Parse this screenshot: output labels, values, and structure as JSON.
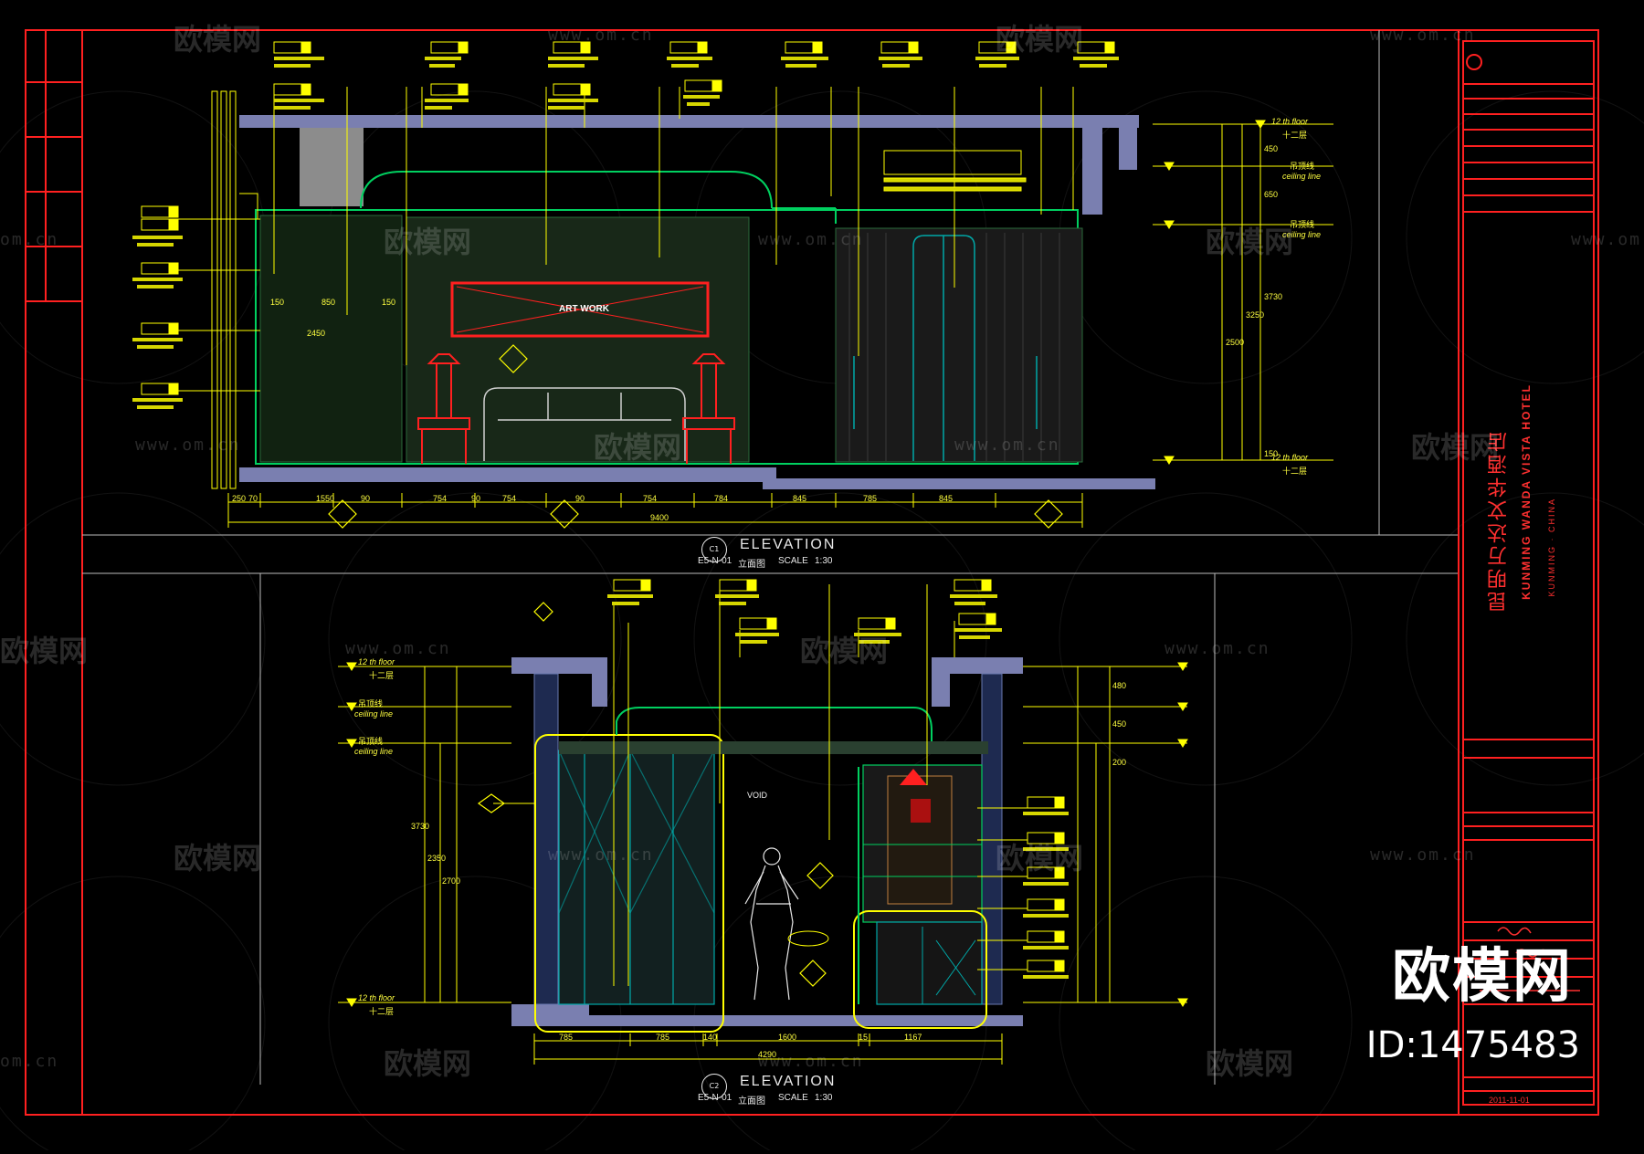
{
  "watermark": {
    "brand": "欧模网",
    "url": "www.om.cn",
    "url_short": "om.cn"
  },
  "branding": {
    "big_text": "欧模网",
    "id_text": "ID:1475483"
  },
  "elevation_1": {
    "title": "ELEVATION",
    "sub_cn": "立面图",
    "scale_label": "SCALE",
    "scale": "1:30",
    "circle_top": "C1",
    "circle_bottom": "E5-N-01",
    "artwork_label": "ART WORK",
    "dims_bottom": [
      "250",
      "70",
      "1550",
      "90",
      "754",
      "90",
      "754",
      "90",
      "754",
      "784",
      "845",
      "785",
      "845"
    ],
    "dim_total": "9400",
    "dims_right": [
      "450",
      "650",
      "3250",
      "3730",
      "2500",
      "150"
    ],
    "levels_right": [
      {
        "en": "12 th floor",
        "cn": "十二层"
      },
      {
        "en": "ceiling line",
        "cn": "吊顶线"
      },
      {
        "en": "ceiling line",
        "cn": "吊顶线"
      },
      {
        "en": "12 th floor",
        "cn": "十二层"
      }
    ],
    "dims_inner": [
      "150",
      "850",
      "150",
      "2450"
    ]
  },
  "elevation_2": {
    "title": "ELEVATION",
    "sub_cn": "立面图",
    "scale_label": "SCALE",
    "scale": "1:30",
    "circle_top": "C2",
    "circle_bottom": "E5-N-01",
    "dims_bottom": [
      "785",
      "785",
      "140",
      "1600",
      "15",
      "1167"
    ],
    "dim_total": "4290",
    "dims_right": [
      "480",
      "450",
      "200",
      "3730",
      "2350",
      "2700"
    ],
    "levels_left": [
      {
        "en": "12 th floor",
        "cn": "十二层"
      },
      {
        "en": "ceiling line",
        "cn": "吊顶线"
      },
      {
        "en": "ceiling line",
        "cn": "吊顶线"
      },
      {
        "en": "12 th floor",
        "cn": "十二层"
      }
    ],
    "void_label": "VOID"
  },
  "title_block": {
    "project_cn": "昆明万达文华酒店",
    "project_en": "KUNMING WANDA VISTA HOTEL",
    "location_en": "KUNMING · CHINA",
    "date": "2011-11-01"
  },
  "colors": {
    "frame": "#ff2020",
    "yellow": "#ffff00",
    "green": "#00d060",
    "slab": "#7a7fb0",
    "cyan": "#00c8c8",
    "red_furniture": "#ff2020"
  }
}
